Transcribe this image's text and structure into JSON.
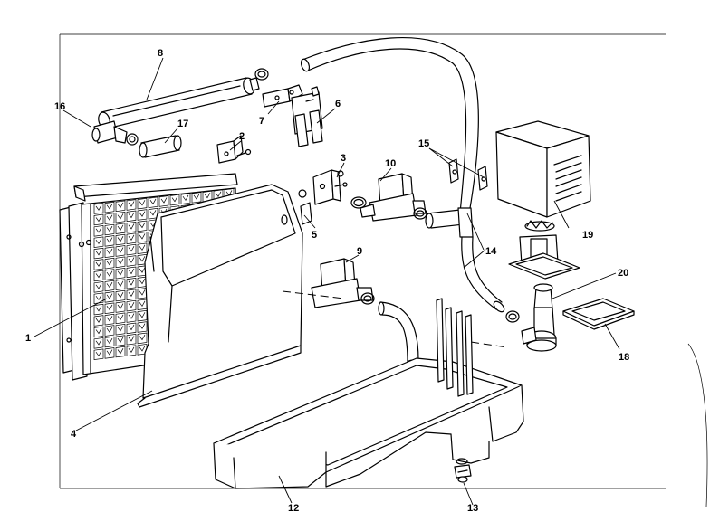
{
  "diagram": {
    "callouts": [
      {
        "id": "1",
        "text": "1"
      },
      {
        "id": "2",
        "text": "2"
      },
      {
        "id": "3",
        "text": "3"
      },
      {
        "id": "4",
        "text": "4"
      },
      {
        "id": "5",
        "text": "5"
      },
      {
        "id": "6",
        "text": "6"
      },
      {
        "id": "7",
        "text": "7"
      },
      {
        "id": "8",
        "text": "8"
      },
      {
        "id": "9",
        "text": "9"
      },
      {
        "id": "10",
        "text": "10"
      },
      {
        "id": "12",
        "text": "12"
      },
      {
        "id": "13",
        "text": "13"
      },
      {
        "id": "14",
        "text": "14"
      },
      {
        "id": "15",
        "text": "15"
      },
      {
        "id": "16",
        "text": "16"
      },
      {
        "id": "17",
        "text": "17"
      },
      {
        "id": "18",
        "text": "18"
      },
      {
        "id": "19",
        "text": "19"
      },
      {
        "id": "20",
        "text": "20"
      }
    ]
  }
}
